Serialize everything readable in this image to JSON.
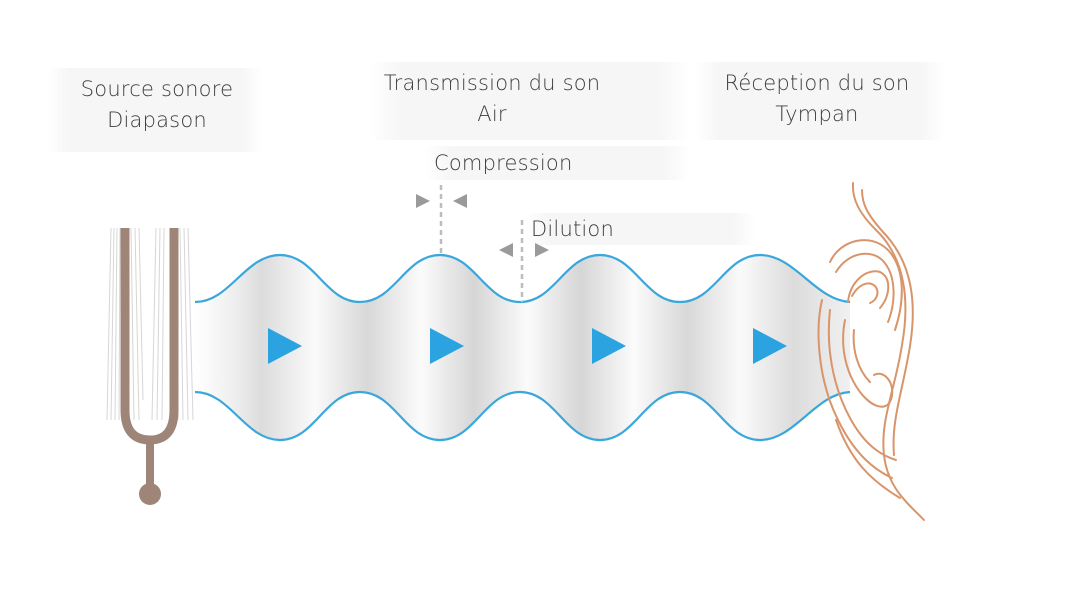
{
  "stages": {
    "source": {
      "line1": "Source sonore",
      "line2": "Diapason"
    },
    "transmission": {
      "line1": "Transmission du son",
      "line2": "Air"
    },
    "reception": {
      "line1": "Réception du son",
      "line2": "Tympan"
    }
  },
  "annotations": {
    "compression": "Compression",
    "dilution": "Dilution"
  },
  "colors": {
    "wave": "#3aa7dc",
    "arrow": "#2aa3e0",
    "fork": "#9e8578",
    "ear": "#d9956a",
    "marker": "#9a9a9a"
  }
}
